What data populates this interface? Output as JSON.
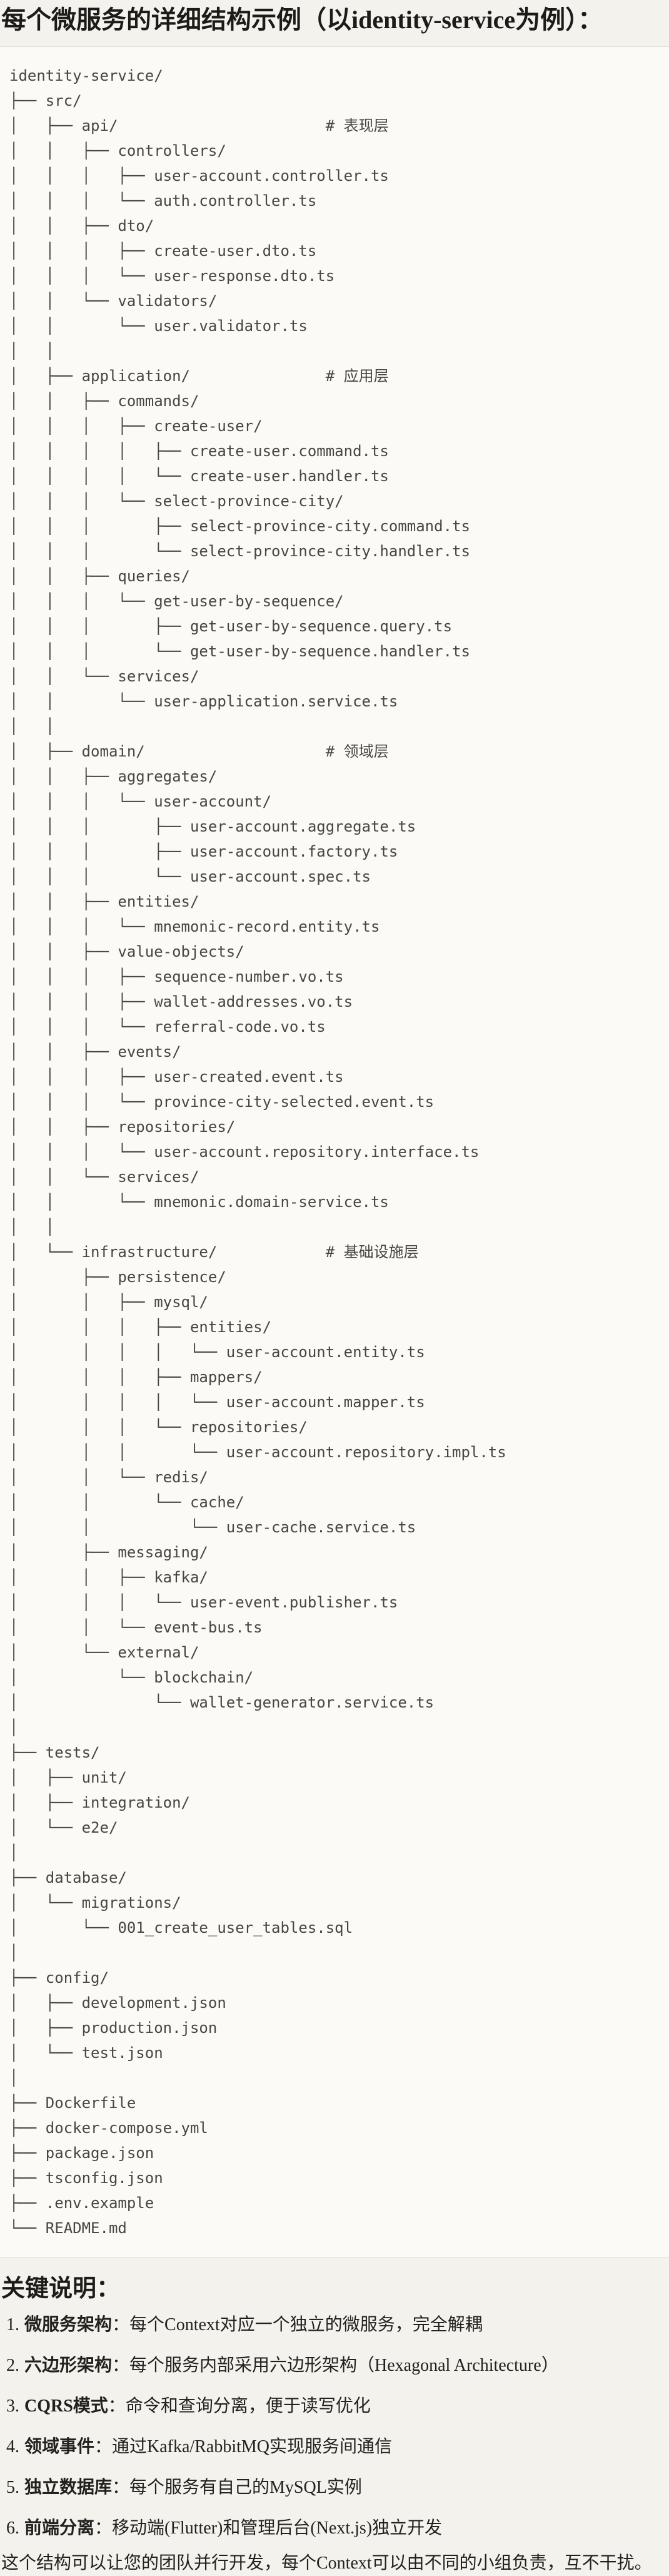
{
  "title": "每个微服务的详细结构示例（以identity-service为例）：",
  "code_block": {
    "lines": [
      "identity-service/",
      "├── src/",
      "│   ├── api/                       # 表现层",
      "│   │   ├── controllers/",
      "│   │   │   ├── user-account.controller.ts",
      "│   │   │   └── auth.controller.ts",
      "│   │   ├── dto/",
      "│   │   │   ├── create-user.dto.ts",
      "│   │   │   └── user-response.dto.ts",
      "│   │   └── validators/",
      "│   │       └── user.validator.ts",
      "│   │",
      "│   ├── application/               # 应用层",
      "│   │   ├── commands/",
      "│   │   │   ├── create-user/",
      "│   │   │   │   ├── create-user.command.ts",
      "│   │   │   │   └── create-user.handler.ts",
      "│   │   │   └── select-province-city/",
      "│   │   │       ├── select-province-city.command.ts",
      "│   │   │       └── select-province-city.handler.ts",
      "│   │   ├── queries/",
      "│   │   │   └── get-user-by-sequence/",
      "│   │   │       ├── get-user-by-sequence.query.ts",
      "│   │   │       └── get-user-by-sequence.handler.ts",
      "│   │   └── services/",
      "│   │       └── user-application.service.ts",
      "│   │",
      "│   ├── domain/                    # 领域层",
      "│   │   ├── aggregates/",
      "│   │   │   └── user-account/",
      "│   │   │       ├── user-account.aggregate.ts",
      "│   │   │       ├── user-account.factory.ts",
      "│   │   │       └── user-account.spec.ts",
      "│   │   ├── entities/",
      "│   │   │   └── mnemonic-record.entity.ts",
      "│   │   ├── value-objects/",
      "│   │   │   ├── sequence-number.vo.ts",
      "│   │   │   ├── wallet-addresses.vo.ts",
      "│   │   │   └── referral-code.vo.ts",
      "│   │   ├── events/",
      "│   │   │   ├── user-created.event.ts",
      "│   │   │   └── province-city-selected.event.ts",
      "│   │   ├── repositories/",
      "│   │   │   └── user-account.repository.interface.ts",
      "│   │   └── services/",
      "│   │       └── mnemonic.domain-service.ts",
      "│   │",
      "│   └── infrastructure/            # 基础设施层",
      "│       ├── persistence/",
      "│       │   ├── mysql/",
      "│       │   │   ├── entities/",
      "│       │   │   │   └── user-account.entity.ts",
      "│       │   │   ├── mappers/",
      "│       │   │   │   └── user-account.mapper.ts",
      "│       │   │   └── repositories/",
      "│       │   │       └── user-account.repository.impl.ts",
      "│       │   └── redis/",
      "│       │       └── cache/",
      "│       │           └── user-cache.service.ts",
      "│       ├── messaging/",
      "│       │   ├── kafka/",
      "│       │   │   └── user-event.publisher.ts",
      "│       │   └── event-bus.ts",
      "│       └── external/",
      "│           └── blockchain/",
      "│               └── wallet-generator.service.ts",
      "│",
      "├── tests/",
      "│   ├── unit/",
      "│   ├── integration/",
      "│   └── e2e/",
      "│",
      "├── database/",
      "│   └── migrations/",
      "│       └── 001_create_user_tables.sql",
      "│",
      "├── config/",
      "│   ├── development.json",
      "│   ├── production.json",
      "│   └── test.json",
      "│",
      "├── Dockerfile",
      "├── docker-compose.yml",
      "├── package.json",
      "├── tsconfig.json",
      "├── .env.example",
      "└── README.md"
    ]
  },
  "notes": {
    "heading": "关键说明：",
    "separator": "：",
    "items": [
      {
        "num": "1.",
        "label": "微服务架构",
        "text": "每个Context对应一个独立的微服务，完全解耦"
      },
      {
        "num": "2.",
        "label": "六边形架构",
        "text": "每个服务内部采用六边形架构（Hexagonal Architecture）"
      },
      {
        "num": "3.",
        "label": "CQRS模式",
        "text": "命令和查询分离，便于读写优化"
      },
      {
        "num": "4.",
        "label": "领域事件",
        "text": "通过Kafka/RabbitMQ实现服务间通信"
      },
      {
        "num": "5.",
        "label": "独立数据库",
        "text": "每个服务有自己的MySQL实例"
      },
      {
        "num": "6.",
        "label": "前端分离",
        "text": "移动端(Flutter)和管理后台(Next.js)独立开发"
      }
    ],
    "footer": "这个结构可以让您的团队并行开发，每个Context可以由不同的小组负责，互不干扰。"
  },
  "colors": {
    "page_background": "#f4f2ec",
    "code_background": "#fbfaf7",
    "code_border": "#e3e0d9",
    "code_text": "#474641",
    "heading_text": "#1c1b19",
    "body_text": "#22211f"
  }
}
